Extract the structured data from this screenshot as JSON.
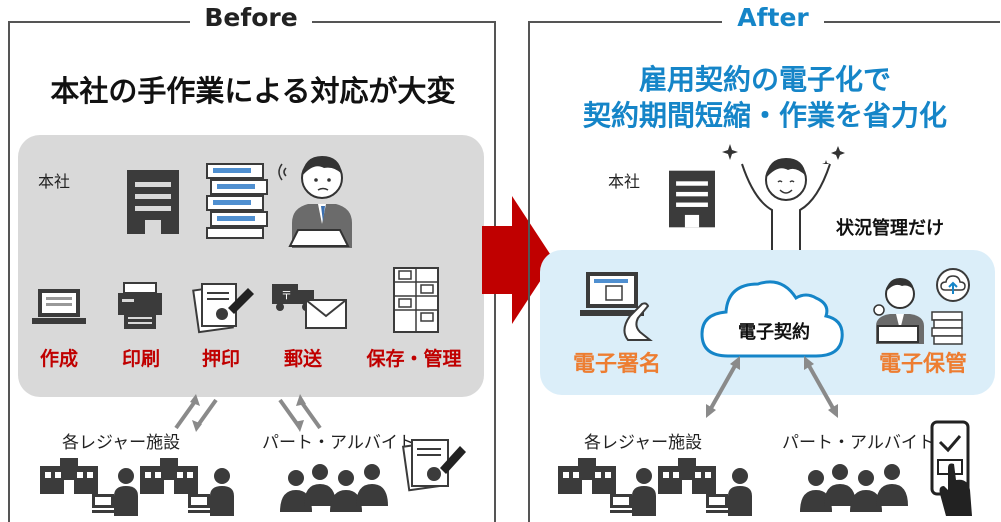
{
  "before": {
    "header": "Before",
    "title": "本社の手作業による対応が大変",
    "hq_label": "本社",
    "steps": [
      "作成",
      "印刷",
      "押印",
      "郵送",
      "保存・管理"
    ],
    "facility_label": "各レジャー施設",
    "parttime_label": "パート・アルバイト"
  },
  "after": {
    "header": "After",
    "title_line1": "雇用契約の電子化で",
    "title_line2": "契約期間短縮・作業を省力化",
    "hq_label": "本社",
    "status_label": "状況管理だけ",
    "cloud_label": "電子契約",
    "esign_label": "電子署名",
    "estore_label": "電子保管",
    "facility_label": "各レジャー施設",
    "parttime_label": "パート・アルバイト"
  },
  "colors": {
    "accent_blue": "#1585c8",
    "step_red": "#c00000",
    "step_orange": "#ed7d31",
    "arrow_red": "#c00000",
    "before_bg": "#d9d9d9",
    "after_bg": "#dbeef9"
  },
  "icons": [
    "building-icon",
    "document-stack-icon",
    "worried-person-icon",
    "laptop-icon",
    "printer-icon",
    "stamp-document-icon",
    "mail-truck-icon",
    "filing-cabinet-icon",
    "facility-icon",
    "desk-worker-icon",
    "group-people-icon",
    "cloud-icon",
    "cheering-person-icon",
    "smartphone-icon",
    "upload-cloud-icon"
  ]
}
